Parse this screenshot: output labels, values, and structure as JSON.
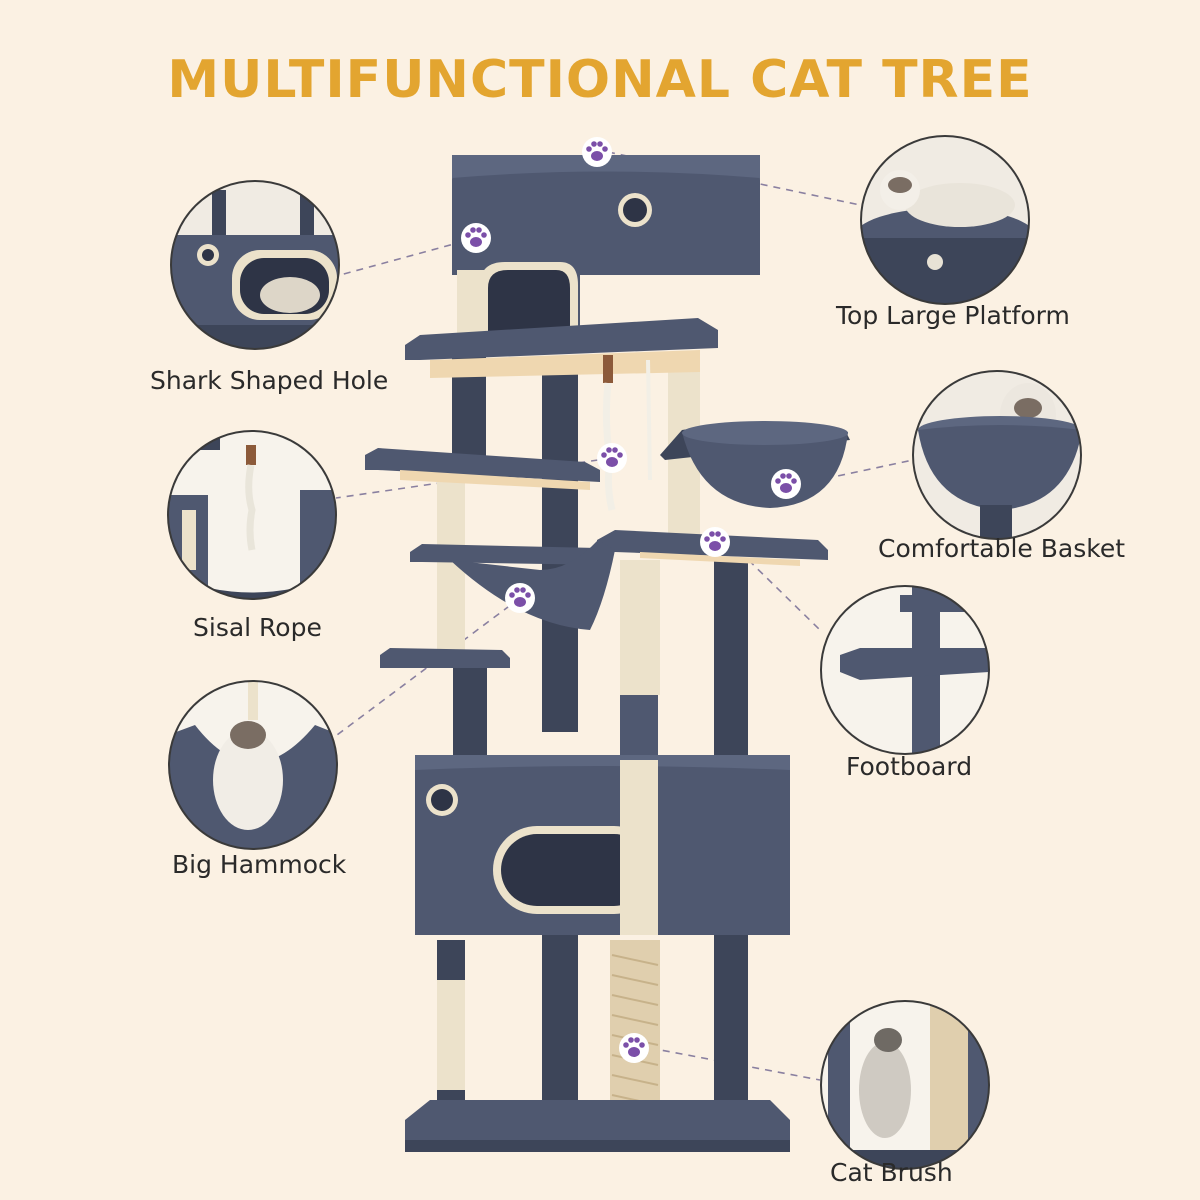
{
  "title": "MULTIFUNCTIONAL CAT TREE",
  "features": {
    "top_large_platform": "Top Large Platform",
    "shark_shaped_hole": "Shark Shaped Hole",
    "comfortable_basket": "Comfortable Basket",
    "sisal_rope": "Sisal Rope",
    "footboard": "Footboard",
    "big_hammock": "Big Hammock",
    "cat_brush": "Cat Brush"
  },
  "colors": {
    "background": "#fbf1e3",
    "title": "#e3a530",
    "plush": "#4f5870",
    "plush_dark": "#3d4559",
    "sisal": "#ece2cb",
    "paw": "#7b4fa8",
    "leader": "#8a80a0"
  }
}
